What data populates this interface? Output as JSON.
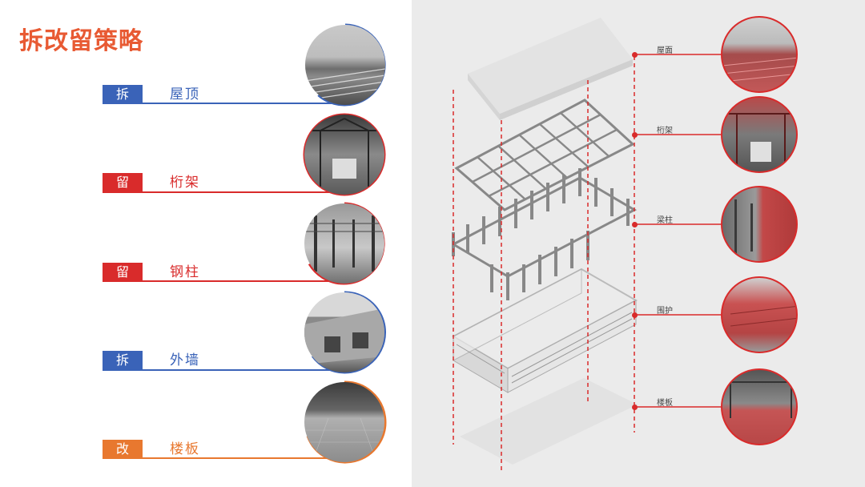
{
  "title": "拆改留策略",
  "strategies": [
    {
      "tag": "拆",
      "label": "屋顶",
      "color": "#3a63b8"
    },
    {
      "tag": "留",
      "label": "桁架",
      "color": "#d92b2b"
    },
    {
      "tag": "留",
      "label": "钢柱",
      "color": "#d92b2b"
    },
    {
      "tag": "拆",
      "label": "外墙",
      "color": "#3a63b8"
    },
    {
      "tag": "改",
      "label": "楼板",
      "color": "#e8782f"
    }
  ],
  "diagram_labels": [
    "屋面",
    "桁架",
    "梁柱",
    "围护",
    "楼板"
  ],
  "accent": "#d92b2b"
}
